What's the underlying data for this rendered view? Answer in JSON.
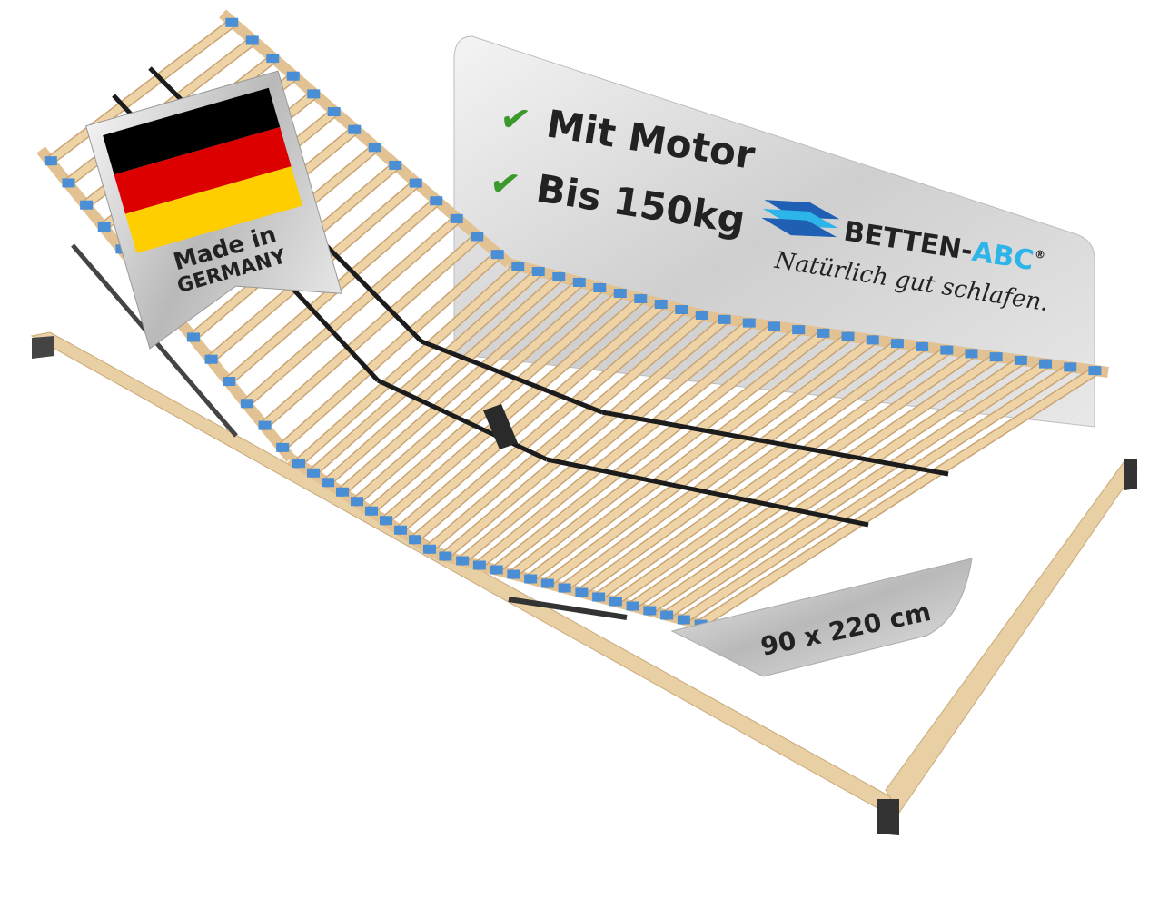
{
  "sign": {
    "features": [
      {
        "icon": "checkmark-icon",
        "text": "Mit Motor"
      },
      {
        "icon": "checkmark-icon",
        "text": "Bis 150kg"
      }
    ],
    "brand_main": "BETTEN-",
    "brand_accent": "ABC",
    "brand_mark": "®",
    "slogan": "Natürlich gut schlafen."
  },
  "badge": {
    "line1": "Made in",
    "line2": "GERMANY",
    "flag_colors": [
      "#000000",
      "#dd0000",
      "#ffce00"
    ]
  },
  "size_label": "90 x 220 cm",
  "colors": {
    "check": "#3c9a2c",
    "brand_dark": "#222222",
    "brand_accent": "#2db4e8",
    "logo_blue": "#1f5fb4",
    "wood": "#eed3a6",
    "slat_cap": "#4a8fd6",
    "belt": "#1c1c1c"
  }
}
